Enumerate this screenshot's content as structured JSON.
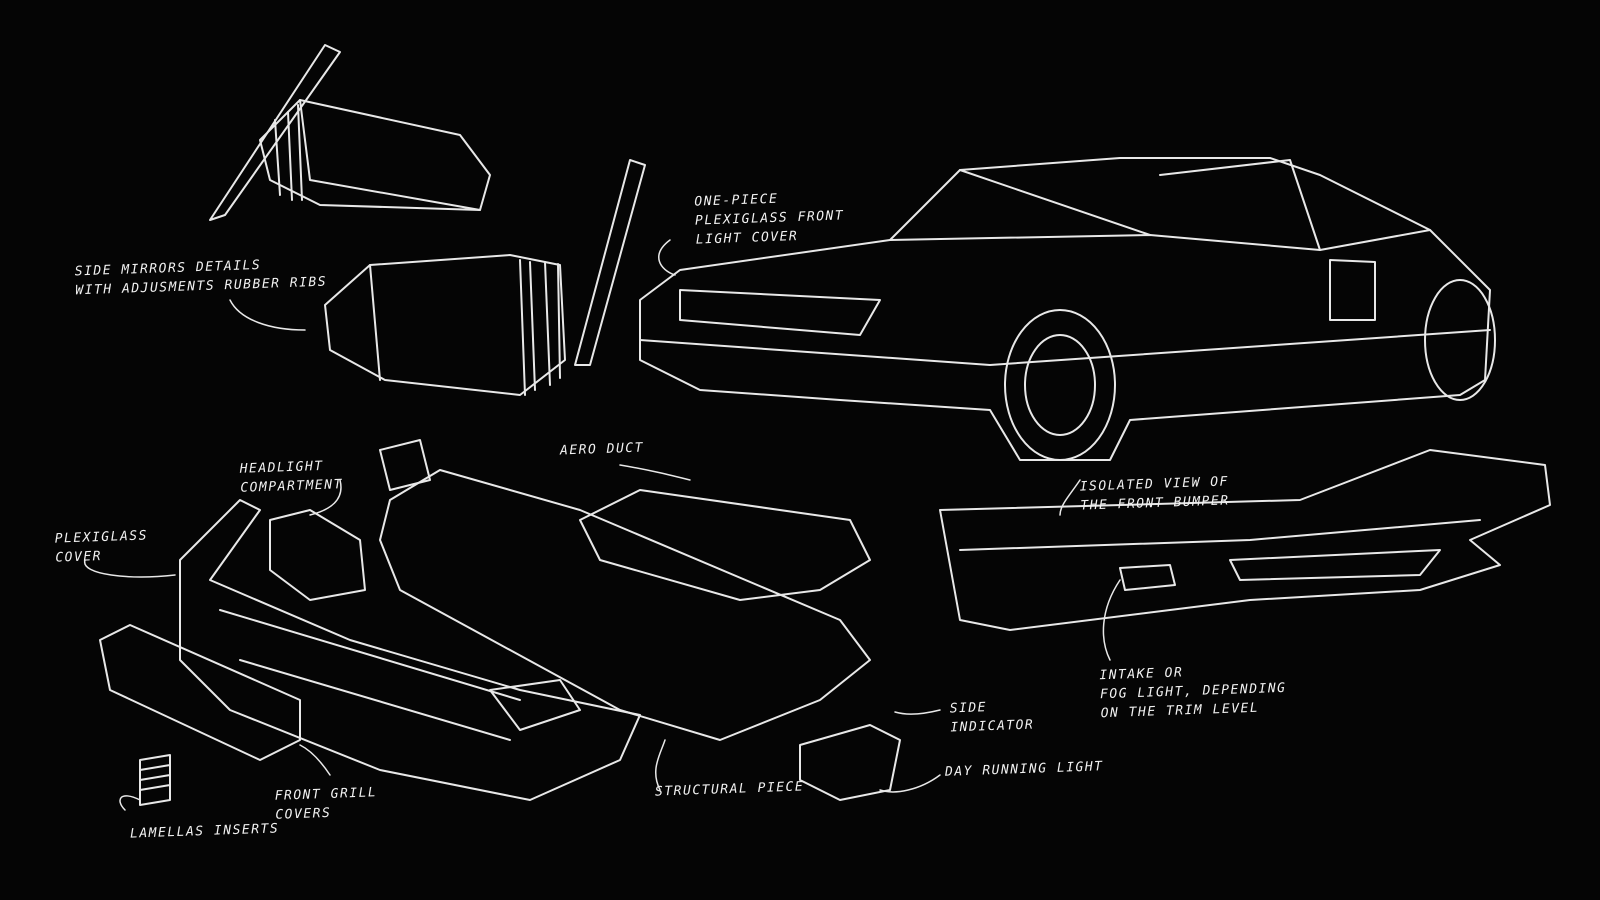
{
  "annotations": {
    "side_mirrors": "Side mirrors details\nwith adjusments rubber ribs",
    "front_light_cover": "One-piece\nplexiglass front\nlight cover",
    "headlight_compartment": "Headlight\ncompartment",
    "aero_duct": "Aero duct",
    "plexiglass_cover": "Plexiglass\ncover",
    "isolated_bumper": "Isolated view of\nthe front bumper",
    "intake_fog": "Intake or\nfog light, depending\non the trim level",
    "side_indicator": "Side\nindicator",
    "day_running_light": "Day running light",
    "structural_piece": "Structural piece",
    "front_grill_covers": "Front grill\ncovers",
    "lamellas_inserts": "Lamellas inserts"
  },
  "colors": {
    "background": "#050505",
    "stroke": "#e8e8e8"
  }
}
